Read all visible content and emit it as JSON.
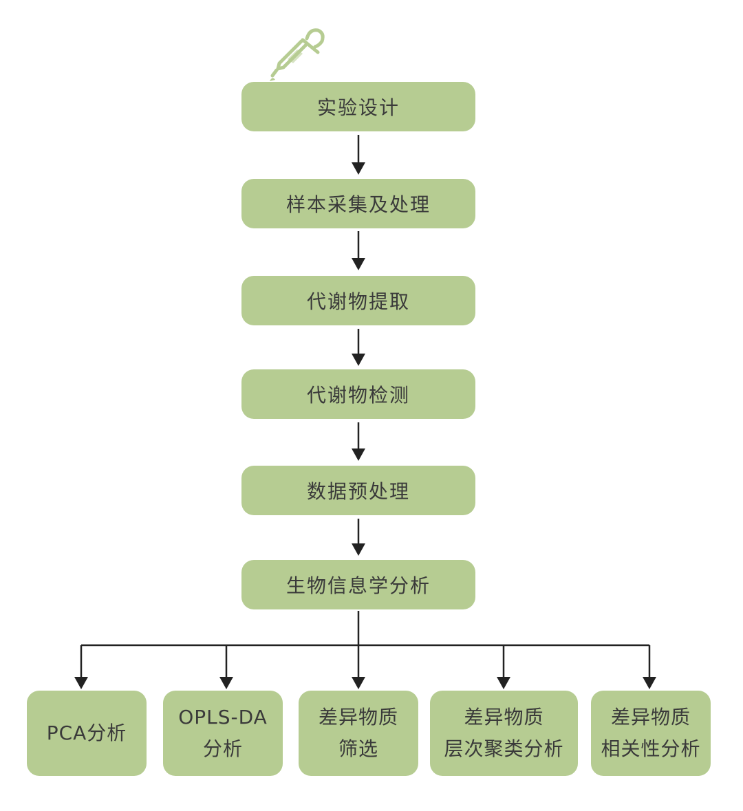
{
  "colors": {
    "node_fill": "#b6cc92",
    "arrow": "#222222",
    "icon": "#b6cc92",
    "text": "#3a3a3a"
  },
  "icon": "pipette-icon",
  "steps": [
    "实验设计",
    "样本采集及处理",
    "代谢物提取",
    "代谢物检测",
    "数据预处理",
    "生物信息学分析"
  ],
  "analyses": [
    {
      "line1": "PCA分析",
      "line2": ""
    },
    {
      "line1": "OPLS-DA",
      "line2": "分析"
    },
    {
      "line1": "差异物质",
      "line2": "筛选"
    },
    {
      "line1": "差异物质",
      "line2": "层次聚类分析"
    },
    {
      "line1": "差异物质",
      "line2": "相关性分析"
    }
  ]
}
